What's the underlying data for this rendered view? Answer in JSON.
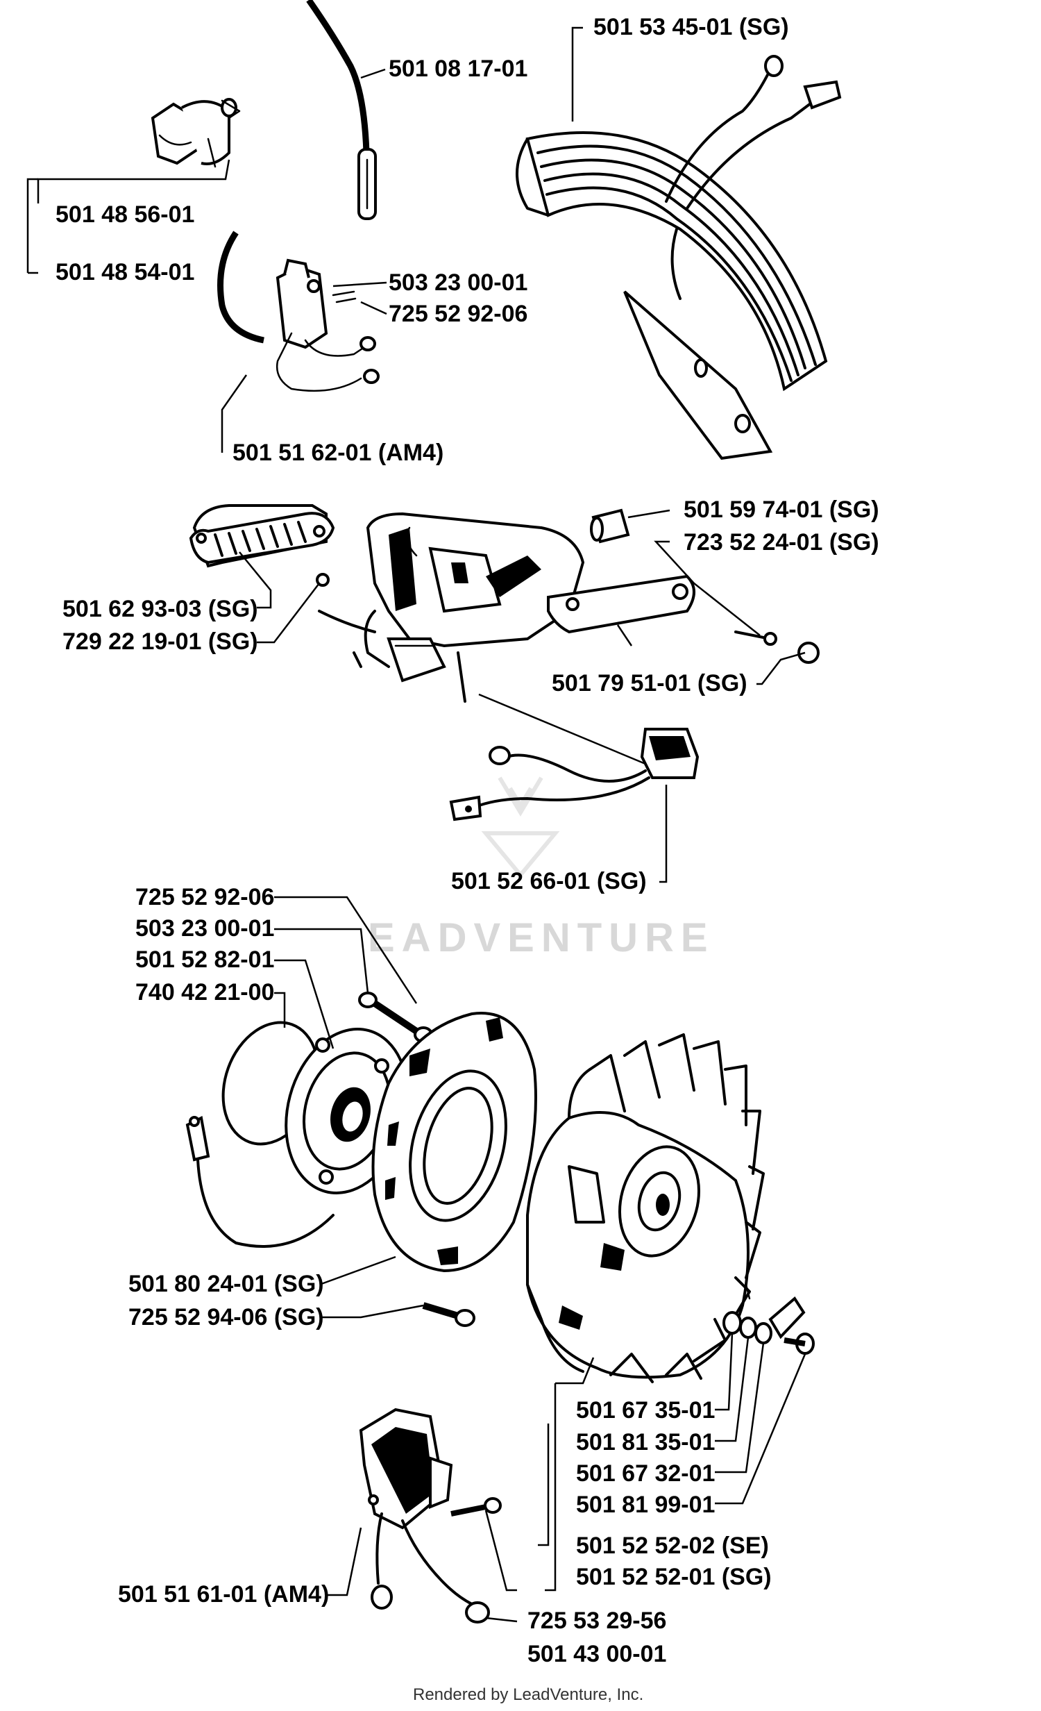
{
  "watermark": "EADVENTURE",
  "footer": "Rendered by LeadVenture, Inc.",
  "labels": {
    "l_501_53_45_01": "501 53 45-01  (SG)",
    "l_501_08_17_01": "501 08 17-01",
    "l_501_48_56_01": "501 48 56-01",
    "l_501_48_54_01": "501 48 54-01",
    "l_503_23_00_01_a": "503 23 00-01",
    "l_725_52_92_06_a": "725 52 92-06",
    "l_501_51_62_01": "501 51 62-01    (AM4)",
    "l_501_59_74_01": "501 59 74-01 (SG)",
    "l_723_52_24_01": "723 52 24-01 (SG)",
    "l_501_62_93_03": "501 62 93-03 (SG)",
    "l_729_22_19_01": "729 22 19-01 (SG)",
    "l_501_79_51_01": "501 79 51-01 (SG)",
    "l_501_52_66_01": "501 52 66-01 (SG)",
    "l_725_52_92_06_b": "725 52 92-06",
    "l_503_23_00_01_b": "503 23 00-01",
    "l_501_52_82_01": "501 52 82-01",
    "l_740_42_21_00": "740 42 21-00",
    "l_501_80_24_01": "501 80 24-01 (SG)",
    "l_725_52_94_06": "725 52 94-06 (SG)",
    "l_501_67_35_01": "501 67 35-01",
    "l_501_81_35_01": "501 81 35-01",
    "l_501_67_32_01": "501 67 32-01",
    "l_501_81_99_01": "501 81 99-01",
    "l_501_52_52_02": "501 52 52-02 (SE)",
    "l_501_52_52_01": "501 52 52-01 (SG)",
    "l_501_51_61_01": "501 51 61-01 (AM4)",
    "l_725_53_29_56": "725 53 29-56",
    "l_501_43_00_01": "501 43 00-01"
  }
}
